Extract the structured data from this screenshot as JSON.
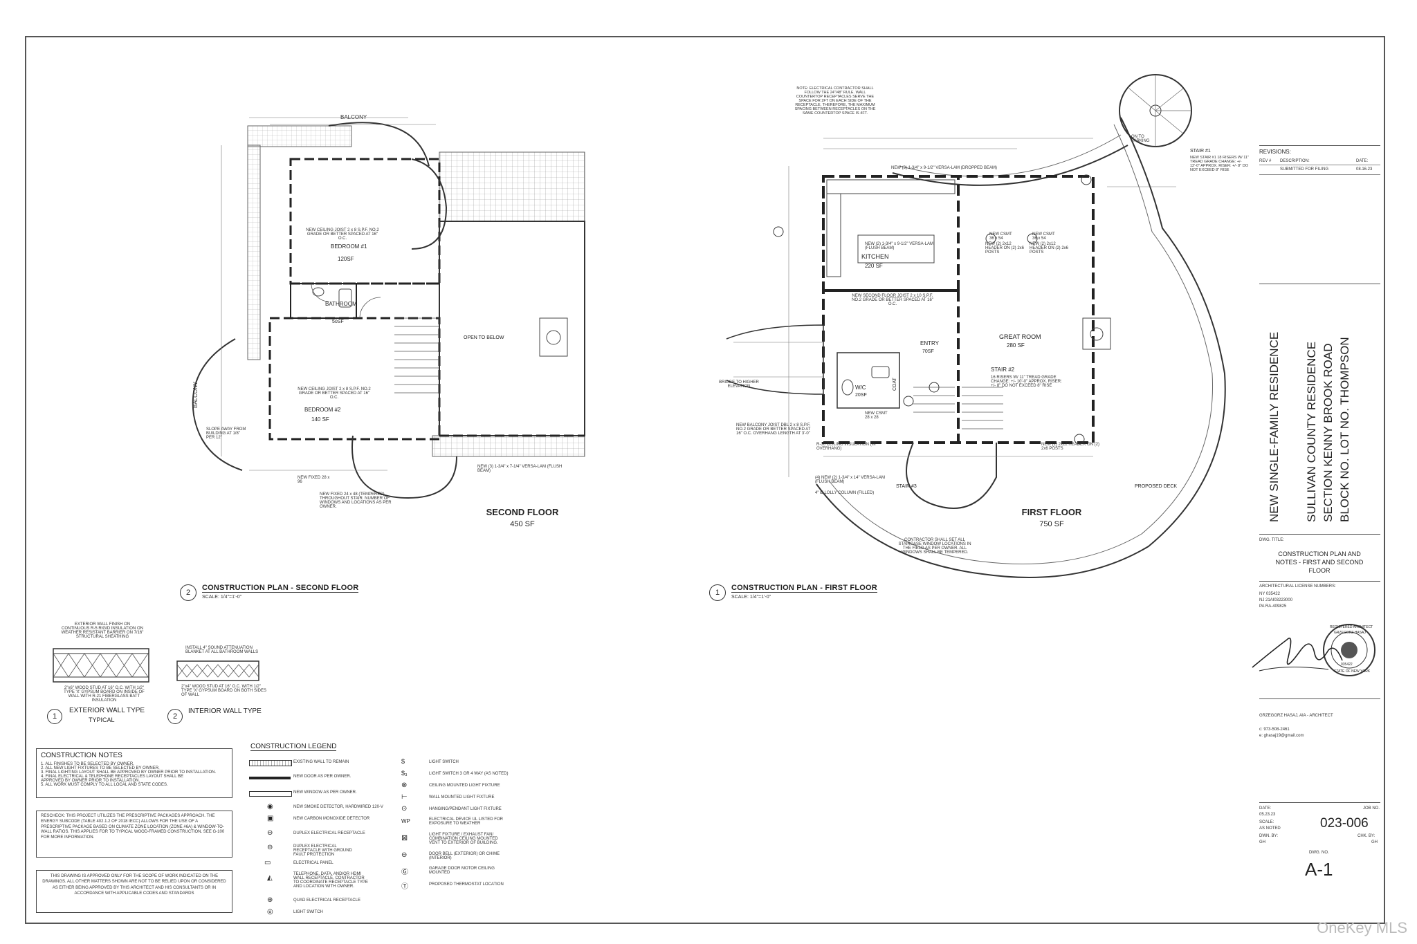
{
  "second_floor": {
    "labels": {
      "balcony_top": "BALCONY",
      "balcony_left": "BALCONY",
      "bedroom1": "BEDROOM #1",
      "bedroom1_area": "120SF",
      "bathroom": "BATHROOM",
      "bathroom_area": "50SF",
      "bedroom2": "BEDROOM #2",
      "bedroom2_area": "140 SF",
      "open_to_below": "OPEN TO BELOW",
      "ceiling_joist1": "NEW CEILING JOIST 2 x 8 S.P.F. NO.2 GRADE OR BETTER SPACED AT 16\" O.C.",
      "ceiling_joist2": "NEW CEILING JOIST 2 x 8 S.P.F. NO.2 GRADE OR BETTER SPACED AT 16\" O.C.",
      "slope": "SLOPE AWAY FROM BUILDING AT 1/8\" PER 12\"",
      "fixed_window": "NEW FIXED 28 x 96",
      "fixed_window2": "NEW FIXED 24 x 48 (TEMPERED) THROUGHOUT STAIR. NUMBER OF WINDOWS AND LOCATIONS AS PER OWNER.",
      "lvl_beam": "NEW (3) 1-3/4\" x 7-1/4\" VERSA-LAM (FLUSH BEAM)"
    },
    "title": "SECOND FLOOR",
    "area": "450 SF",
    "plan_number": "2",
    "plan_title": "CONSTRUCTION PLAN - SECOND FLOOR",
    "scale": "SCALE: 1/4\"=1'-0\""
  },
  "first_floor": {
    "labels": {
      "kitchen": "KITCHEN",
      "kitchen_area": "220 SF",
      "entry": "ENTRY",
      "entry_area": "70SF",
      "wc": "W/C",
      "wc_area": "20SF",
      "great_room": "GREAT ROOM",
      "great_room_area": "280 SF",
      "stair2": "STAIR #2",
      "stair2_note": "16 RISERS W/ 11\" TREAD GRADE CHANGE: +/- 10'-0\" APPROX. RISER: +/- 8\" DO NOT EXCEED 8\" RISE",
      "stair3": "STAIR #3",
      "stair1": "STAIR #1",
      "stair1_note": "NEW STAIR #1 18 RISERS W/ 11\" TREAD GRADE CHANGE: +/- 12'-0\" APPROX. RISER: +/- 8\" DO NOT EXCEED 8\" RISE",
      "proposed_deck": "PROPOSED DECK",
      "bridge": "BRIDGE TO HIGHER ELEVATION",
      "coat": "COAT",
      "electrical_note": "NOTE: ELECTRICAL CONTRACTOR SHALL FOLLOW THE 24\"/48\" RULE. WALL COUNTERTOP RECEPTACLES SERVE THE SPACE FOR 2FT ON EACH SIDE OF THE RECEPTACLE, THEREFORE, THE MAXIMUM SPACING BETWEEN RECEPTACLES ON THE SAME COUNTERTOP SPACE IS 4FT.",
      "stair_window_note": "CONTRACTOR SHALL SET ALL STAIRCASE WINDOW LOCATIONS IN THE FIELD AS PER OWNER. ALL WINDOWS SHALL BE TEMPERED.",
      "second_floor_joist": "NEW SECOND FLOOR JOIST 2 x 10 S.P.F. NO.2 GRADE OR BETTER SPACED AT 16\" O.C.",
      "balcony_joist": "NEW BALCONY JOIST DBL 2 x 8 S.P.F. NO.2 GRADE OR BETTER SPACED AT 16\" O.C. OVERHANG LENGTH AT 3'-0\"",
      "header1": "NEW (2) 2x12 HEADER ON (2) 2x6 POSTS",
      "header2": "NEW (2) 2x12 HEADER ON (2) 2x6 POSTS",
      "header3": "NEW (2) 2x12 HEADER ON (2) 2x6 POSTS",
      "cmt1": "NEW CSMT 36 x 54",
      "cmt2": "NEW CSMT 36 x 54",
      "cmt3": "NEW CSMT 28 x 28",
      "lvl1": "NEW (3) 1-3/4\" x 9-1/2\" VERSA-LAM (DROPPED BEAM)",
      "lvl2": "NEW (2) 1-3/4\" x 9-1/2\" VERSA-LAM (FLUSH BEAM)",
      "lvl3": "(4) NEW (2) 1-3/4\" x 14\" VERSA-LAM (FLUSH BEAM)",
      "ceiling_insul": "R-30 CEILING INSULATION (IN OVERHANG)",
      "lolly": "4\" Ø LOLLY COLUMN (FILLED)",
      "to_parking": "ON TO PARKING"
    },
    "title": "FIRST FLOOR",
    "area": "750 SF",
    "plan_number": "1",
    "plan_title": "CONSTRUCTION PLAN - FIRST FLOOR",
    "scale": "SCALE: 1/4\"=1'-0\""
  },
  "wall_types": {
    "exterior_note_top": "EXTERIOR WALL FINISH ON CONTINUOUS R-5 RIGID INSULATION ON WEATHER RESISTANT BARRIER ON 7/16\" STRUCTURAL SHEATHING",
    "exterior_note_bottom": "2\"x6\" WOOD STUD AT 16\" O.C. WITH 1/2\" TYPE 'X' GYPSUM BOARD ON INSIDE OF WALL WITH R-21 FIBERGLASS BATT INSULATION",
    "exterior_number": "1",
    "exterior_title": "EXTERIOR WALL TYPE",
    "exterior_sub": "TYPICAL",
    "interior_note_top": "INSTALL 4\" SOUND ATTENUATION BLANKET AT ALL BATHROOM WALLS",
    "interior_note_bottom": "2\"x4\" WOOD STUD AT 16\" O.C. WITH 1/2\" TYPE 'X' GYPSUM BOARD ON BOTH SIDES OF WALL",
    "interior_number": "2",
    "interior_title": "INTERIOR WALL TYPE"
  },
  "construction_notes": {
    "title": "CONSTRUCTION NOTES",
    "items": [
      "1. ALL FINISHES TO BE SELECTED BY OWNER.",
      "2. ALL NEW LIGHT FIXTURES TO BE SELECTED BY OWNER.",
      "3. FINAL LIGHTING LAYOUT SHALL BE APPROVED BY OWNER PRIOR TO INSTALLATION.",
      "4. FINAL ELECTRICAL & TELEPHONE RECEPTACLES LAYOUT SHALL BE APPROVED BY OWNER PRIOR TO INSTALLATION.",
      "5. ALL WORK MUST COMPLY TO ALL LOCAL AND STATE CODES."
    ],
    "rescheck": "RESCHECK: THIS PROJECT UTILIZES THE PRESCRIPTIVE PACKAGES APPROACH. THE ENERGY SUBCODE (TABLE 402.1.2 OF 2018 IECC) ALLOWS FOR THE USE OF A PRESCRIPTIVE PACKAGE BASED ON CLIMATE ZONE LOCATION (ZONE #6A) & WINDOW-TO-WALL RATIOS. THIS APPLIES FOR TO TYPICAL WOOD-FRAMED CONSTRUCTION. SEE G-100 FOR MORE INFORMATION.",
    "approval": "THIS DRAWING IS APPROVED ONLY FOR THE SCOPE OF WORK INDICATED ON THE DRAWINGS. ALL OTHER MATTERS SHOWN ARE NOT TO BE RELIED UPON OR CONSIDERED AS EITHER BEING APPROVED BY THIS ARCHITECT AND HIS CONSULTANTS OR IN ACCORDANCE WITH APPLICABLE CODES AND STANDARDS"
  },
  "legend": {
    "title": "CONSTRUCTION LEGEND",
    "left": [
      "EXISTING WALL TO REMAIN",
      "NEW DOOR AS PER OWNER.",
      "NEW WINDOW AS PER OWNER.",
      "NEW SMOKE DETECTOR, HARDWIRED 120-V",
      "NEW CARBON MONOXIDE DETECTOR",
      "DUPLEX ELECTRICAL RECEPTACLE",
      "DUPLEX ELECTRICAL RECEPTACLE WITH GROUND FAULT PROTECTION",
      "ELECTRICAL PANEL",
      "TELEPHONE, DATA, AND/OR HDMI WALL RECEPTACLE. CONTRACTOR TO COORDINATE RECEPTACLE TYPE AND LOCATION WITH OWNER.",
      "QUAD ELECTRICAL RECEPTACLE",
      "LIGHT SWITCH"
    ],
    "right": [
      "LIGHT SWITCH",
      "LIGHT SWITCH 3 OR 4 WAY (AS NOTED)",
      "CEILING MOUNTED LIGHT FIXTURE",
      "WALL MOUNTED LIGHT FIXTURE",
      "HANGING/PENDANT LIGHT FIXTURE",
      "ELECTRICAL DEVICE UL LISTED FOR EXPOSURE TO WEATHER",
      "LIGHT FIXTURE / EXHAUST FAN/ COMBINATION CEILING MOUNTED VENT TO EXTERIOR OF BUILDING.",
      "DOOR BELL (EXTERIOR) OR CHIME (INTERIOR)",
      "GARAGE DOOR MOTOR CEILING MOUNTED",
      "PROPOSED THERMOSTAT LOCATION"
    ]
  },
  "title_block": {
    "revisions_title": "REVISIONS:",
    "rev_header": [
      "REV #",
      "DESCRIPTION:",
      "DATE:"
    ],
    "rev_rows": [
      [
        "",
        "SUBMITTED FOR FILING",
        "08.16.23"
      ]
    ],
    "project_title": "NEW SINGLE-FAMILY RESIDENCE",
    "address_line1": "SULLIVAN COUNTY RESIDENCE",
    "address_line2": "SECTION KENNY BROOK ROAD",
    "address_line3": "BLOCK NO. LOT NO. THOMPSON",
    "dwg_title_label": "DWG. TITLE:",
    "dwg_title": "CONSTRUCTION PLAN AND NOTES - FIRST AND SECOND FLOOR",
    "license_label": "ARCHITECTURAL LICENSE NUMBERS:",
    "license_lines": [
      "NY 035422",
      "NJ 21AI03223000",
      "PA RA-409825"
    ],
    "stamp_top": "REGISTERED ARCHITECT",
    "stamp_name": "GRZEGORZ HASAJ",
    "stamp_num": "035422",
    "stamp_bottom": "STATE OF NEW YORK",
    "architect": "GRZEGORZ HASAJ, AIA - ARCHITECT",
    "phone": "c: 973-508-2461",
    "email": "e: ghasaj19@gmail.com",
    "date_label": "DATE:",
    "date": "05.23.23",
    "scale_label": "SCALE:",
    "scale": "AS NOTED",
    "job_label": "JOB NO.",
    "job": "023-006",
    "dwn_label": "DWN. BY:",
    "dwn": "GH",
    "chk_label": "CHK. BY:",
    "chk": "GH",
    "dwg_no_label": "DWG. NO.",
    "dwg_no": "A-1"
  },
  "watermark": "OneKey MLS"
}
